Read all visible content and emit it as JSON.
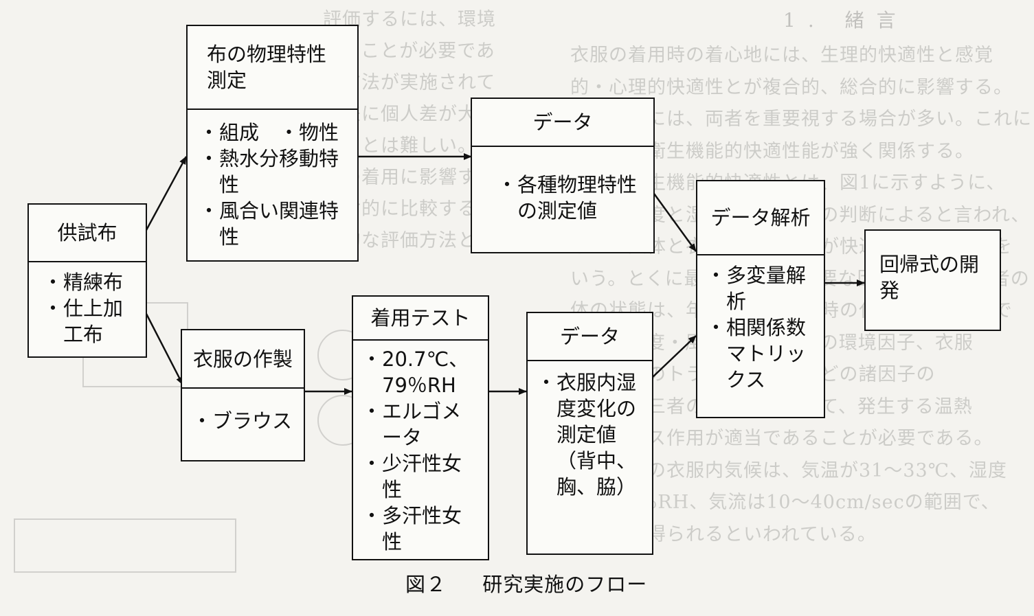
{
  "background": {
    "heading": "1. 緒言",
    "left_lines": [
      "評価するには、環境一人体一衣服の系のなかでとら",
      "えることが必要である。これまでは、着用テストによ",
      "る方法が実施されている。しかしながら、着用テストは個",
      "人差に個人差が大きく、また同じ環境条件が得られ",
      "ることは難しい。そこで、フィットネス性能、実",
      "際の着用に影響する要因を比較し、条件によって違いを",
      "相対的に比較することで確認していくことが、より客",
      "観的な評価方法と考えられる。"
    ],
    "right_lines": [
      "衣服の着用時の着心地には、生理的快適性と感覚",
      "的・心理的快適性とが複合的、総合的に影響する。",
      "そのためには、両者を重要視する場合が多い。これに",
      "は衣料の衛生機能的快適性能が強く関係する。",
      "衣服の衛生機能的快適性とは、図1に示すように、",
      "人体の温度と湿度の状態とその判断によると言われ、",
      "さらに人体と衣服の間の気候が快適とされる場合を",
      "いう。とくに最も基本的で重要な因子として着用者の",
      "体の状態は、年齢・性・着衣時の代謝量との関係で",
      "あり、温度・風速・輻射熱等の環境因子、衣服",
      "内の空気のトランスポートなどの諸因子の",
      "組合せの三者の組合せにおいて、発生する温熱",
      "的ストレス作用が適当であることが必要である。",
      "この場合の衣服内気候は、気温が31〜33℃、湿度",
      "50〜60%RH、気流は10〜40cm/secの範囲で、",
      "快適感が得られるといわれている。"
    ]
  },
  "boxes": {
    "fabric": {
      "title": "供試布",
      "items": [
        "精練布",
        "仕上加工布"
      ]
    },
    "physical": {
      "title": "布の物理特性測定",
      "items": [
        "組成　・物性",
        "熱水分移動特性",
        "風合い関連特性"
      ]
    },
    "data1": {
      "title": "データ",
      "items": [
        "各種物理特性の測定値"
      ]
    },
    "garment": {
      "title": "衣服の作製",
      "items": [
        "ブラウス"
      ]
    },
    "wear": {
      "title": "着用テスト",
      "items": [
        "20.7℃、79％RH",
        "エルゴメータ",
        "少汗性女性",
        "多汗性女性"
      ]
    },
    "data2": {
      "title": "データ",
      "items": [
        "衣服内湿度変化の測定値（背中、胸、脇）"
      ]
    },
    "analysis": {
      "title": "データ解析",
      "items": [
        "多変量解析",
        "相関係数マトリックス"
      ]
    },
    "regression": {
      "title": "回帰式の開発"
    }
  },
  "bullet": "・",
  "caption": {
    "number": "図２",
    "text": "研究実施のフロー"
  }
}
